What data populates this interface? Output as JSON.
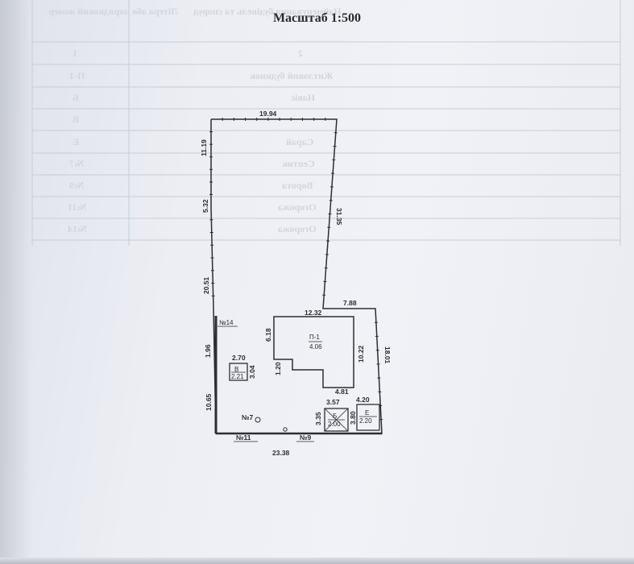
{
  "title": "Масштаб 1:500",
  "background_table": {
    "headers": [
      "Літера або порядковий номер",
      "Найменування будівель та споруд"
    ],
    "rows": [
      {
        "id": "1",
        "name": "2"
      },
      {
        "id": "П-1",
        "name": "Житловий будинок"
      },
      {
        "id": "Б",
        "name": "Навіс"
      },
      {
        "id": "В",
        "name": ""
      },
      {
        "id": "Е",
        "name": "Сарай"
      },
      {
        "id": "№7",
        "name": "Септик"
      },
      {
        "id": "№9",
        "name": "Ворота"
      },
      {
        "id": "№11",
        "name": "Огорожа"
      },
      {
        "id": "№14",
        "name": "Огорожа"
      }
    ]
  },
  "plot": {
    "dimensions": {
      "top": "19.94",
      "left_top": "11.19",
      "left_upper": "5.32",
      "left_mid": "20.51",
      "left_lower": "1.96",
      "left_bottom": "10.65",
      "right_diagonal": "31.35",
      "right_step": "7.88",
      "right_side": "18.01",
      "bottom": "23.38"
    },
    "labels": {
      "fence_14": "№14",
      "fence_11": "№11",
      "gate_9": "№9",
      "septic_7": "№7"
    },
    "house": {
      "name": "П-1",
      "height": "4.06",
      "width": "12.32",
      "depth": "6.18",
      "side": "10.22",
      "step": "1.20",
      "bottom": "4.81"
    },
    "building_v": {
      "name": "В",
      "height": "2.21",
      "width": "2.70",
      "depth": "3.04"
    },
    "building_b": {
      "name": "Б",
      "height": "2.00",
      "width": "3.57",
      "depth": "3.80",
      "side": "3.35"
    },
    "building_e": {
      "name": "Е",
      "height": "2.20",
      "width": "4.20"
    }
  }
}
